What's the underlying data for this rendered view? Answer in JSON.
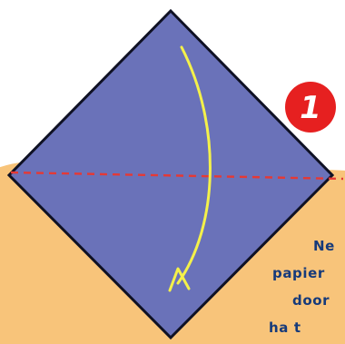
{
  "step": {
    "number": "1"
  },
  "instruction": {
    "lines": [
      "Ne",
      "papier",
      "door",
      "ha t"
    ]
  },
  "colors": {
    "background": "#ffffff",
    "panel": "#f8c47a",
    "paper": "#6a72b9",
    "paper_outline": "#0f1124",
    "fold_line": "#e53935",
    "arrow": "#f4f14a",
    "badge": "#e62020",
    "badge_text": "#ffffff",
    "instruction_text": "#163a7a"
  }
}
